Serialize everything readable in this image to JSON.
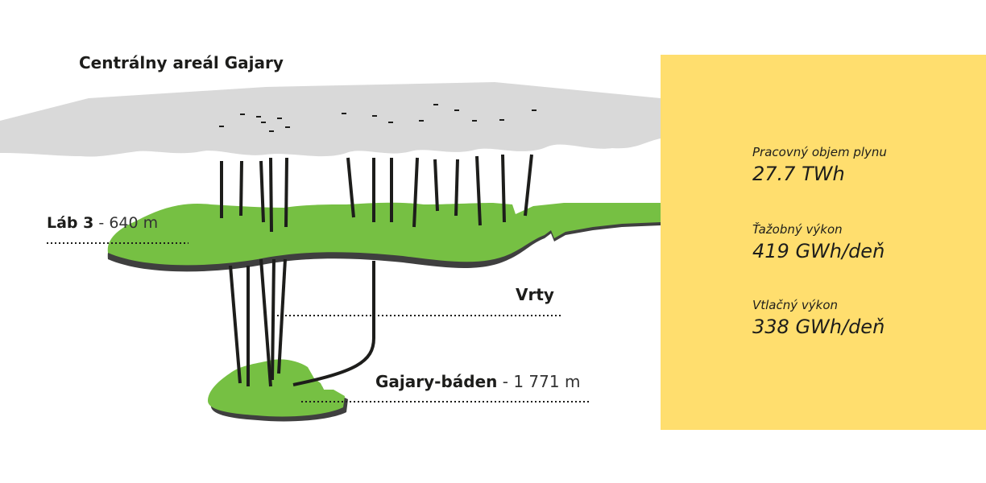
{
  "diagram": {
    "title": "Centrálny areál Gajary",
    "layer_upper": {
      "name": "Láb 3",
      "separator": " - ",
      "depth": "640 m"
    },
    "wells_label": "Vrty",
    "layer_lower": {
      "name": "Gajary-báden",
      "separator": " - ",
      "depth": "1 771 m"
    }
  },
  "stats": [
    {
      "label": "Pracovný objem plynu",
      "value": "27.7 TWh"
    },
    {
      "label": "Ťažobný výkon",
      "value": "419 GWh/deň"
    },
    {
      "label": "Vtlačný výkon",
      "value": "338 GWh/deň"
    }
  ],
  "colors": {
    "surface": "#d9d9d9",
    "reservoir": "#76c043",
    "reservoir_edge": "#3f3f3f",
    "panel": "#ffde6e",
    "wells": "#1d1d1b"
  }
}
